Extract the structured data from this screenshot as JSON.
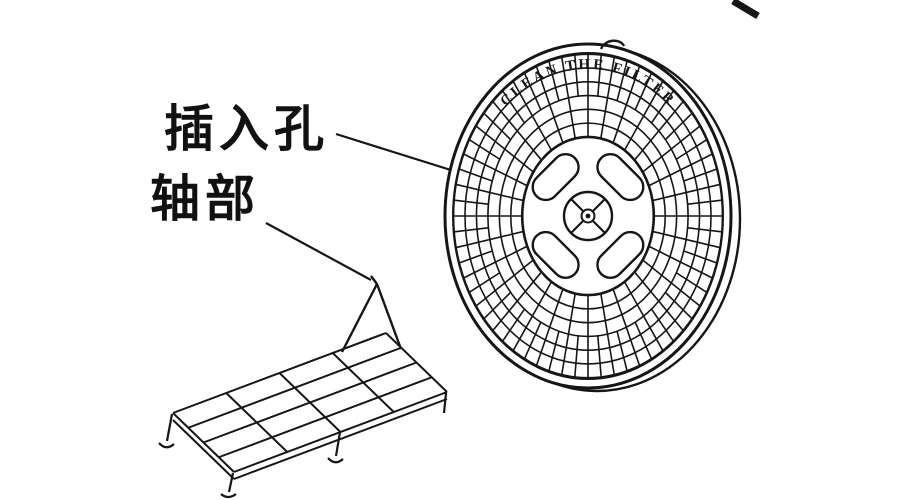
{
  "labels": {
    "insertion_hole": "插入孔",
    "shaft": "轴部"
  },
  "filter": {
    "embossed_text": "CLEAN THE FILTER"
  },
  "colors": {
    "ink": "#161616",
    "background": "#ffffff"
  }
}
